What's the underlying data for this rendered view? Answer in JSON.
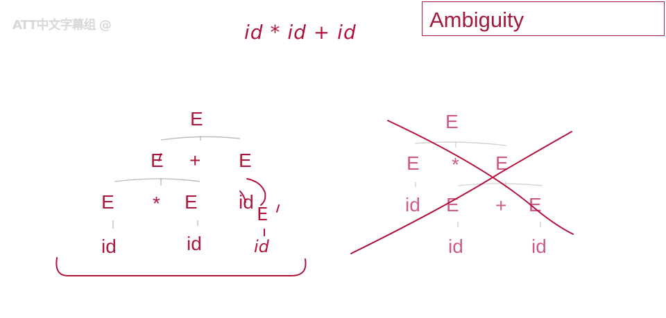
{
  "watermark": "ATT中文字幕组 @",
  "title": "Ambiguity",
  "expression": "id * id + id",
  "colors": {
    "title_red": "#a21a3a",
    "tree_left": "#a81a3c",
    "tree_right": "#cc5a8a",
    "ink_pen": "#b0123a"
  },
  "left_tree": {
    "root": "E",
    "level1": {
      "left": "E",
      "op": "+",
      "right": "E"
    },
    "level2": {
      "left": "E",
      "op": "*",
      "mid": "E",
      "right_leaf": "id"
    },
    "leaves": [
      "id",
      "id",
      "id"
    ],
    "annotation": {
      "nonterminal": "E",
      "leaf": "id"
    }
  },
  "right_tree": {
    "root": "E",
    "level1": {
      "left": "E",
      "op": "*",
      "right": "E"
    },
    "level2": {
      "leaf": "id",
      "left": "E",
      "op": "+",
      "right": "E"
    },
    "leaves": [
      "id",
      "id"
    ]
  }
}
